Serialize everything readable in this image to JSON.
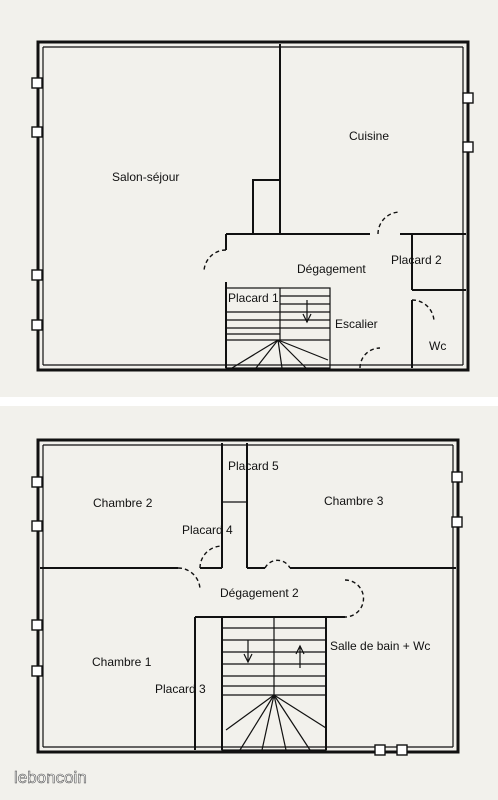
{
  "plans": {
    "ground_floor": {
      "rooms": {
        "salon": "Salon-séjour",
        "cuisine": "Cuisine",
        "degagement": "Dégagement",
        "placard2": "Placard 2",
        "placard1": "Placard 1",
        "escalier": "Escalier",
        "wc": "Wc"
      }
    },
    "upper_floor": {
      "rooms": {
        "placard5": "Placard 5",
        "chambre2": "Chambre 2",
        "chambre3": "Chambre 3",
        "placard4": "Placard 4",
        "degagement2": "Dégagement 2",
        "chambre1": "Chambre 1",
        "salle_de_bain": "Salle de bain + Wc",
        "placard3": "Placard 3"
      }
    }
  },
  "watermark": "leboncoin",
  "colors": {
    "paper": "#f2f1ec",
    "ink": "#111111",
    "separator": "#ffffff",
    "watermark": "#ffffff"
  }
}
